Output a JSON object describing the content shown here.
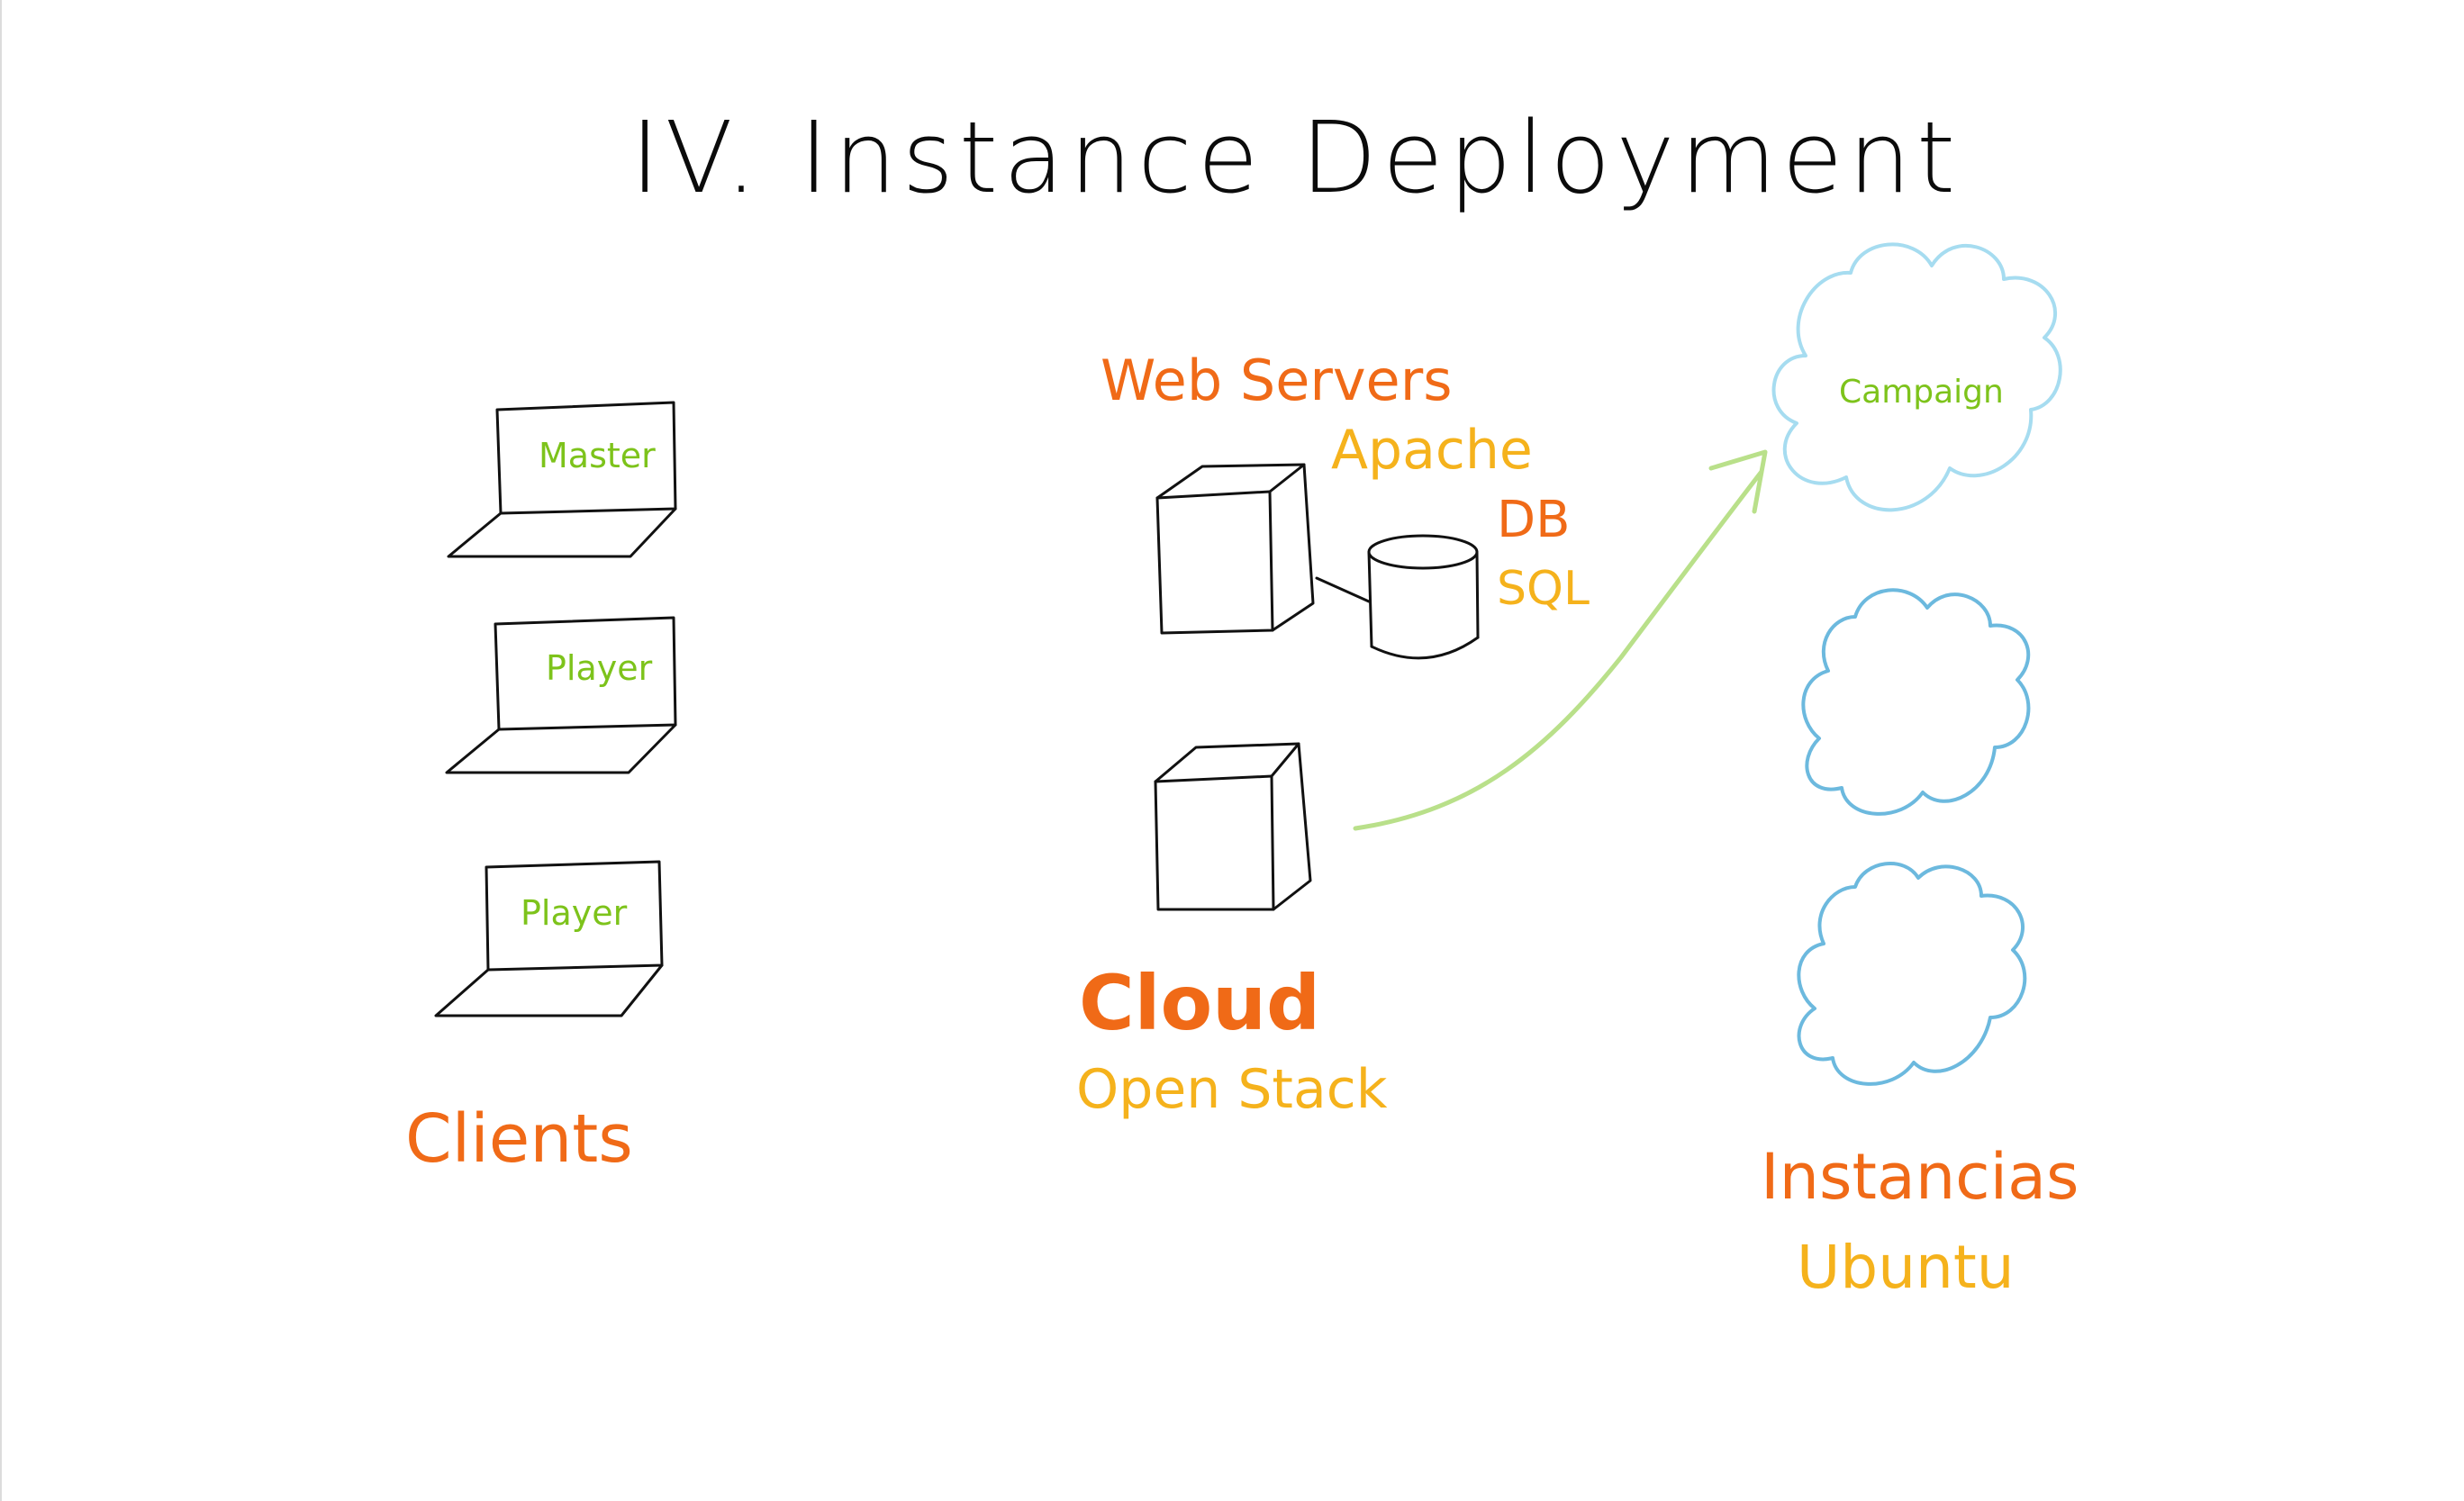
{
  "title": "IV. Instance Deployment",
  "clients": {
    "screens": [
      "Master",
      "Player",
      "Player"
    ],
    "label": "Clients"
  },
  "cloud": {
    "web_servers": "Web Servers",
    "apache": "Apache",
    "db": "DB",
    "sql": "SQL",
    "label": "Cloud",
    "sub": "Open Stack"
  },
  "instances": {
    "campaign": "Campaign",
    "label": "Instancias",
    "sub": "Ubuntu"
  },
  "colors": {
    "ink": "#111111",
    "orange": "#f06a17",
    "yellow": "#f5b21c",
    "green": "#7dc31b",
    "cloud_light": "#a6dcf0",
    "cloud_blue": "#6cb9de",
    "arrow": "#b9e08a"
  }
}
